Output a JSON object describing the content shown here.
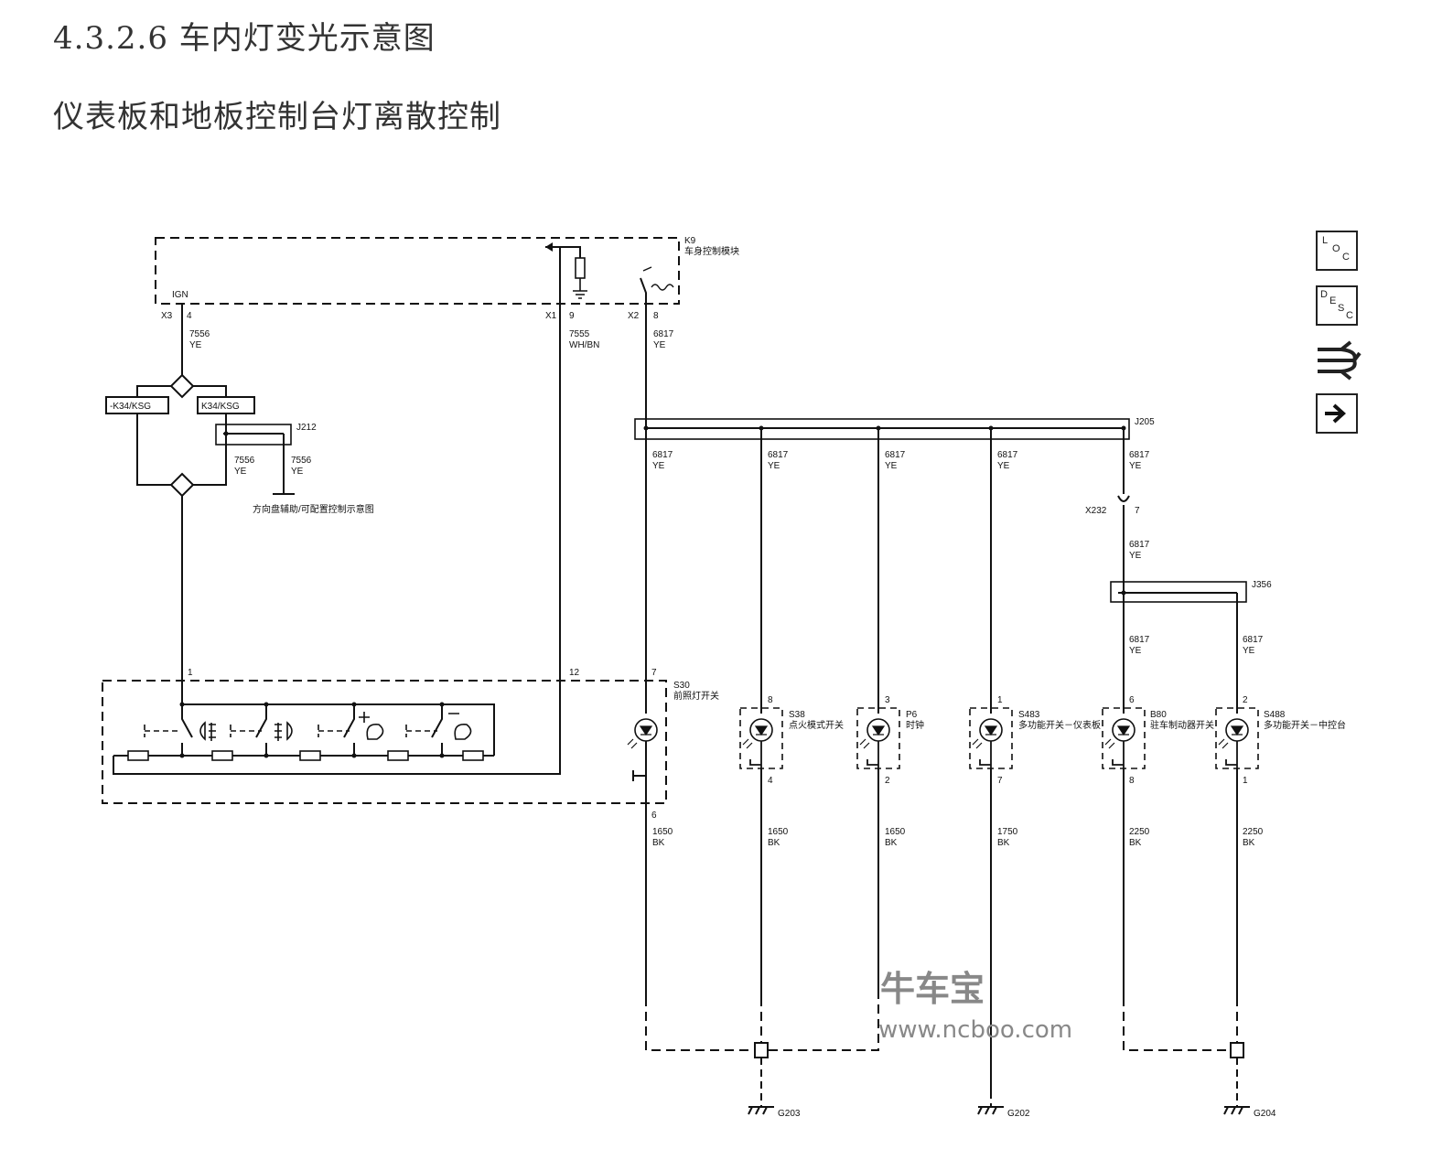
{
  "section_title": "4.3.2.6 车内灯变光示意图",
  "subtitle": "仪表板和地板控制台灯离散控制",
  "watermark": {
    "brand": "牛车宝",
    "url": "www.ncboo.com"
  },
  "nav_icons": [
    {
      "name": "loc-icon",
      "letters": [
        "L",
        "O",
        "C"
      ]
    },
    {
      "name": "desc-icon",
      "letters": [
        "D",
        "E",
        "S",
        "C"
      ]
    },
    {
      "name": "connector-icon"
    },
    {
      "name": "next-arrow-icon"
    }
  ],
  "bcm": {
    "id": "K9",
    "name": "车身控制模块",
    "ign": "IGN",
    "pins": {
      "x3": "X3",
      "x3_pin": "4",
      "x1": "X1",
      "x1_pin": "9",
      "x2": "X2",
      "x2_pin": "8"
    }
  },
  "wires": {
    "w7556": "7556",
    "ye": "YE",
    "w7555": "7555",
    "whbn": "WH/BN",
    "w6817": "6817",
    "w1650": "1650",
    "w1750": "1750",
    "w2250": "2250",
    "bk": "BK"
  },
  "options": {
    "neg": "-K34/KSG",
    "pos": "K34/KSG"
  },
  "splices": {
    "j212": "J212",
    "j205": "J205",
    "j356": "J356"
  },
  "ref_note": "方向盘辅助/可配置控制示意图",
  "connector_x232": {
    "id": "X232",
    "pin": "7"
  },
  "headlamp_pins": {
    "p1": "1",
    "p12": "12",
    "p7": "7",
    "p6": "6"
  },
  "switches": [
    {
      "id": "S30",
      "name": "前照灯开关",
      "pin_top": "7",
      "pin_bot": "6"
    },
    {
      "id": "S38",
      "name": "点火模式开关",
      "pin_top": "8",
      "pin_bot": "4"
    },
    {
      "id": "P6",
      "name": "时钟",
      "pin_top": "3",
      "pin_bot": "2"
    },
    {
      "id": "S483",
      "name": "多功能开关－仪表板",
      "pin_top": "1",
      "pin_bot": "7"
    },
    {
      "id": "B80",
      "name": "驻车制动器开关",
      "pin_top": "6",
      "pin_bot": "8"
    },
    {
      "id": "S488",
      "name": "多功能开关－中控台",
      "pin_top": "2",
      "pin_bot": "1"
    }
  ],
  "grounds": [
    "G203",
    "G202",
    "G204"
  ]
}
